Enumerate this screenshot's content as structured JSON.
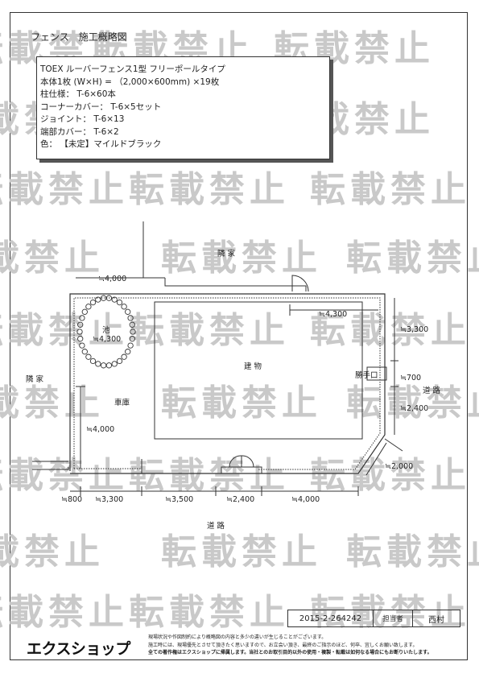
{
  "header": {
    "title": "フェンス　施工概略図"
  },
  "spec": {
    "lines": [
      "TOEX ルーバーフェンス1型 フリーポールタイプ",
      "本体1枚 (W×H) = （2,000×600mm) ×19枚",
      "柱仕様： T-6×60本",
      "コーナーカバー： T-6×5セット",
      "ジョイント： T-6×13",
      "端部カバー： T-6×2",
      "色： 【未定】マイルドブラック"
    ]
  },
  "plan": {
    "labels": {
      "neighbor_top": "隣 家",
      "neighbor_left": "隣 家",
      "building": "建 物",
      "pond": "池",
      "garage": "車庫",
      "side_door": "勝手口",
      "road_right": "道 路",
      "road_bottom": "道 路"
    },
    "dimensions": {
      "top_left": "≒4,000",
      "top_right": "≒4,300",
      "pond": "≒4,300",
      "left_vertical": "≒4,000",
      "right_upper": "≒3,300",
      "right_mid": "≒700",
      "right_lower": "≒2,400",
      "diagonal": "≒2,000",
      "bottom_1": "≒800",
      "bottom_2": "≒3,300",
      "bottom_3": "≒3,500",
      "bottom_4": "≒2,400",
      "bottom_5": "≒4,000"
    }
  },
  "watermark": "転載禁止",
  "footer": {
    "doc_no": "2015-2-264242",
    "person_label": "担当者",
    "person": "西村",
    "logo": "エクスショップ",
    "note_lines": [
      "現場状況や作図制約により概略図の内容と多少の違いが生じることがございます。",
      "施工時には、現場優先とさせて頂きたく思いますので、お立会い頂き、最終のご指示のほど、何卒、宜しくお願い致します。",
      "全ての著作権はエクスショップに帰属します。当社とのお取引目的以外の使用・複製・転載は如何なる場合にもお断りいたします。"
    ]
  }
}
